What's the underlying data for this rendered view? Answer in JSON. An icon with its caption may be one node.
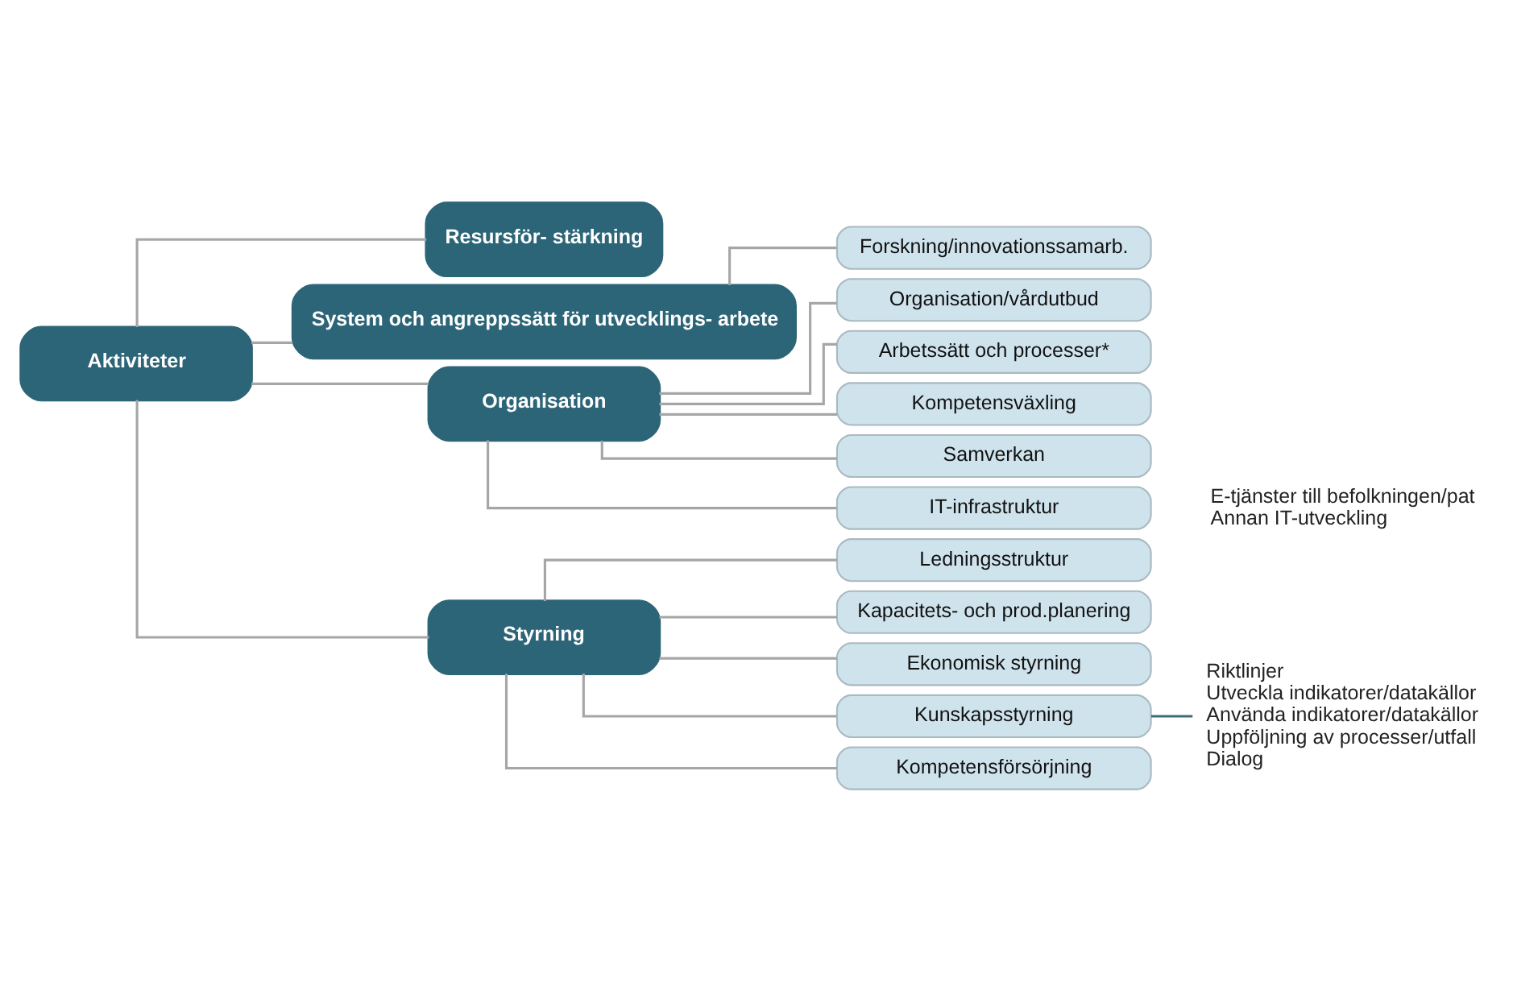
{
  "diagram": {
    "nodes": [
      {
        "text": [
          "Aktiviteter"
        ]
      },
      {
        "text": [
          "Resursför- stärkning"
        ]
      },
      {
        "text": [
          "System och angreppssätt för utvecklings- arbete"
        ]
      },
      {
        "text": [
          "Forskning/innovationssamarb."
        ]
      },
      {
        "text": [
          "Organisation"
        ]
      },
      {
        "text": [
          "Organisation/vårdutbud"
        ]
      },
      {
        "text": [
          "Arbetssätt och processer*"
        ]
      },
      {
        "text": [
          "Kompetensväxling"
        ]
      },
      {
        "text": [
          "Samverkan"
        ]
      },
      {
        "text": [
          "IT-infrastruktur"
        ]
      },
      {
        "text": [
          "Styrning"
        ]
      },
      {
        "text": [
          "Ledningsstruktur"
        ]
      },
      {
        "text": [
          "Kapacitets- och prod.planering"
        ]
      },
      {
        "text": [
          "Ekonomisk styrning"
        ]
      },
      {
        "text": [
          "Kunskapsstyrning"
        ]
      },
      {
        "text": [
          "Kompetensförsörjning"
        ]
      },
      {
        "text": [
          "Riktlinjer",
          "Utveckla indikatorer/datakällor",
          "Använda indikatorer/datakällor",
          "Uppföljning av processer/utfall",
          "Dialog"
        ]
      }
    ],
    "edges": [
      {
        "from": 0,
        "to": 1,
        "arrow": "none"
      },
      {
        "from": 0,
        "to": 2,
        "arrow": "none"
      },
      {
        "from": 0,
        "to": 4,
        "arrow": "none"
      },
      {
        "from": 0,
        "to": 10,
        "arrow": "none"
      },
      {
        "from": 2,
        "to": 3,
        "arrow": "none"
      },
      {
        "from": 4,
        "to": 5,
        "arrow": "none"
      },
      {
        "from": 4,
        "to": 6,
        "arrow": "none"
      },
      {
        "from": 4,
        "to": 7,
        "arrow": "none"
      },
      {
        "from": 4,
        "to": 8,
        "arrow": "none"
      },
      {
        "from": 4,
        "to": 9,
        "arrow": "none"
      },
      {
        "from": 10,
        "to": 11,
        "arrow": "none"
      },
      {
        "from": 10,
        "to": 12,
        "arrow": "none"
      },
      {
        "from": 10,
        "to": 13,
        "arrow": "none"
      },
      {
        "from": 10,
        "to": 14,
        "arrow": "none"
      },
      {
        "from": 10,
        "to": 15,
        "arrow": "none"
      },
      {
        "from": 14,
        "to": 16,
        "arrow": "none",
        "color": "#3e6b7a"
      }
    ],
    "labels": [
      "E-tjänster till befolkningen/pat",
      "Annan IT-utveckling"
    ]
  }
}
